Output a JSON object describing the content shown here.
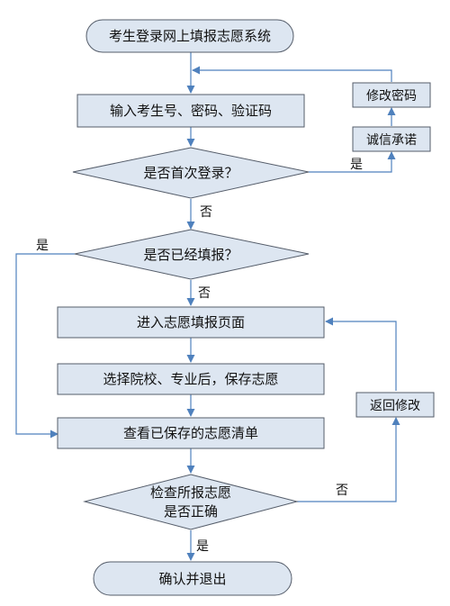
{
  "flow": {
    "start": "考生登录网上填报志愿系统",
    "input": "输入考生号、密码、验证码",
    "decision_first_login": "是否首次登录？",
    "honesty": "诚信承诺",
    "change_password": "修改密码",
    "decision_filled": "是否已经填报？",
    "enter_page": "进入志愿填报页面",
    "select": "选择院校、专业后，保存志愿",
    "view": "查看已保存的志愿清单",
    "check_line1": "检查所报志愿",
    "check_line2": "是否正确",
    "return_edit": "返回修改",
    "end": "确认并退出"
  },
  "labels": {
    "yes_first_login": "是",
    "no_first_login": "否",
    "yes_filled": "是",
    "no_filled": "否",
    "no_check": "否",
    "yes_check": "是"
  },
  "colors": {
    "box_fill": "#dde6f1",
    "box_stroke": "#555d6a",
    "arrow": "#4f81bd"
  }
}
